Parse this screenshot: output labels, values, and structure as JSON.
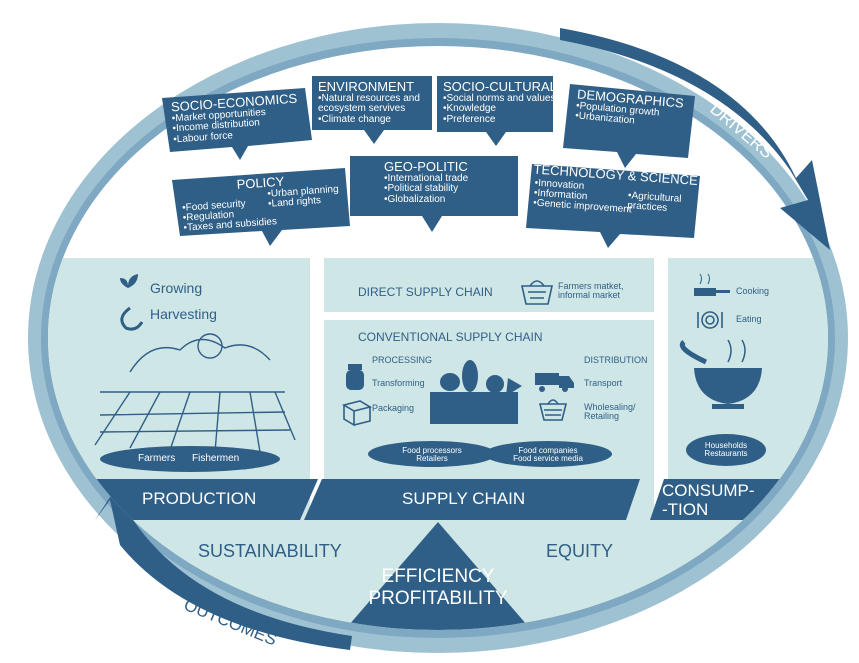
{
  "colors": {
    "dark": "#2f5f87",
    "mid": "#5d88ab",
    "light": "#cfe6e6",
    "ring_light": "#9fc2d3",
    "text_dark": "#2f5f87"
  },
  "ring": {
    "drivers": "DRIVERS",
    "outcomes": "OUTCOMES"
  },
  "drivers": [
    {
      "title": "SOCIO-ECONOMICS",
      "items": [
        "Market opportunities",
        "Income distribution",
        "Labour force"
      ]
    },
    {
      "title": "ENVIRONMENT",
      "items": [
        "Natural resources and ecosystem servives",
        "Climate change"
      ]
    },
    {
      "title": "SOCIO-CULTURAL",
      "items": [
        "Social norms and values",
        "Knowledge",
        "Preference"
      ]
    },
    {
      "title": "DEMOGRAPHICS",
      "items": [
        "Population growth",
        "Urbanization"
      ]
    },
    {
      "title": "POLICY",
      "items": [
        "Food security",
        "Regulation",
        "Taxes and subsidies",
        "Urban planning",
        "Land rights"
      ]
    },
    {
      "title": "GEO-POLITIC",
      "items": [
        "International trade",
        "Political stability",
        "Globalization"
      ]
    },
    {
      "title": "TECHNOLOGY & SCIENCE",
      "items": [
        "Innovation",
        "Information",
        "Genetic improvement",
        "Agricultural practices"
      ]
    }
  ],
  "production": {
    "activities": [
      "Growing",
      "Harvesting"
    ],
    "actors": [
      "Farmers",
      "Fishermen"
    ],
    "label": "PRODUCTION"
  },
  "supply": {
    "direct_title": "DIRECT SUPPLY CHAIN",
    "direct_note": [
      "Farmers matket,",
      "informal market"
    ],
    "conventional_title": "CONVENTIONAL SUPPLY CHAIN",
    "left": [
      "PROCESSING",
      "Transforming",
      "Packaging"
    ],
    "right": [
      "DISTRIBUTION",
      "Transport",
      "Wholesaling/",
      "Retailing"
    ],
    "actors_left": [
      "Food processors",
      "Retailers"
    ],
    "actors_right": [
      "Food companies",
      "Food service media"
    ],
    "label": "SUPPLY CHAIN"
  },
  "consumption": {
    "activities": [
      "Cooking",
      "Eating"
    ],
    "actors": [
      "Households",
      "Restaurants"
    ],
    "label": [
      "CONSUMP-",
      "-TION"
    ]
  },
  "outcomes": {
    "left": "SUSTAINABILITY",
    "right": "EQUITY",
    "center": [
      "EFFICIENCY",
      "PROFITABILITY"
    ]
  }
}
